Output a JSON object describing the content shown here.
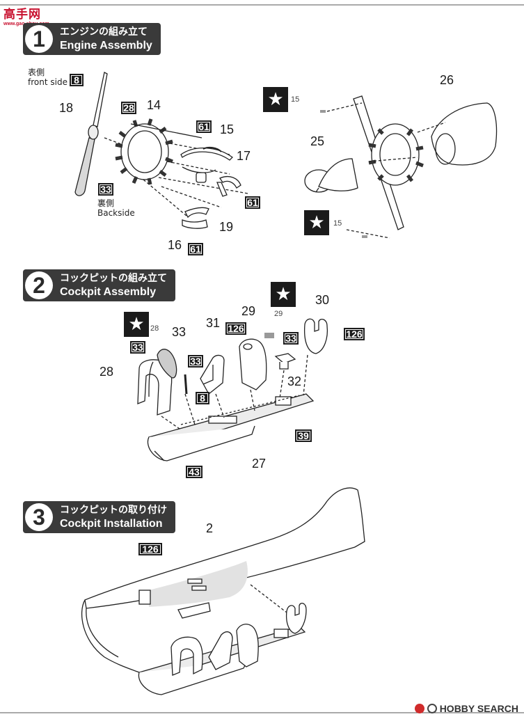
{
  "branding": {
    "top_left": "高手网",
    "top_left_url": "www.gao-shou.com",
    "bottom_right": "HOBBY SEARCH"
  },
  "steps": [
    {
      "number": "1",
      "title_jp": "エンジンの組み立て",
      "title_en": "Engine Assembly"
    },
    {
      "number": "2",
      "title_jp": "コックピットの組み立て",
      "title_en": "Cockpit Assembly"
    },
    {
      "number": "3",
      "title_jp": "コックピットの取り付け",
      "title_en": "Cockpit Installation"
    }
  ],
  "step1": {
    "front_side_jp": "表側",
    "front_side_en": "front side",
    "back_side_jp": "裏側",
    "back_side_en": "Backside",
    "parts": [
      "18",
      "14",
      "15",
      "17",
      "19",
      "16",
      "25",
      "26"
    ],
    "small_parts": [
      "15",
      "15"
    ],
    "color_boxes": [
      "8",
      "28",
      "33",
      "61",
      "61",
      "61"
    ]
  },
  "step2": {
    "parts": [
      "33",
      "31",
      "29",
      "30",
      "28",
      "32",
      "27"
    ],
    "small_parts": [
      "28",
      "29"
    ],
    "color_boxes": [
      "33",
      "126",
      "33",
      "8",
      "33",
      "126",
      "39",
      "43"
    ]
  },
  "step3": {
    "parts": [
      "2"
    ],
    "color_boxes": [
      "126"
    ]
  }
}
